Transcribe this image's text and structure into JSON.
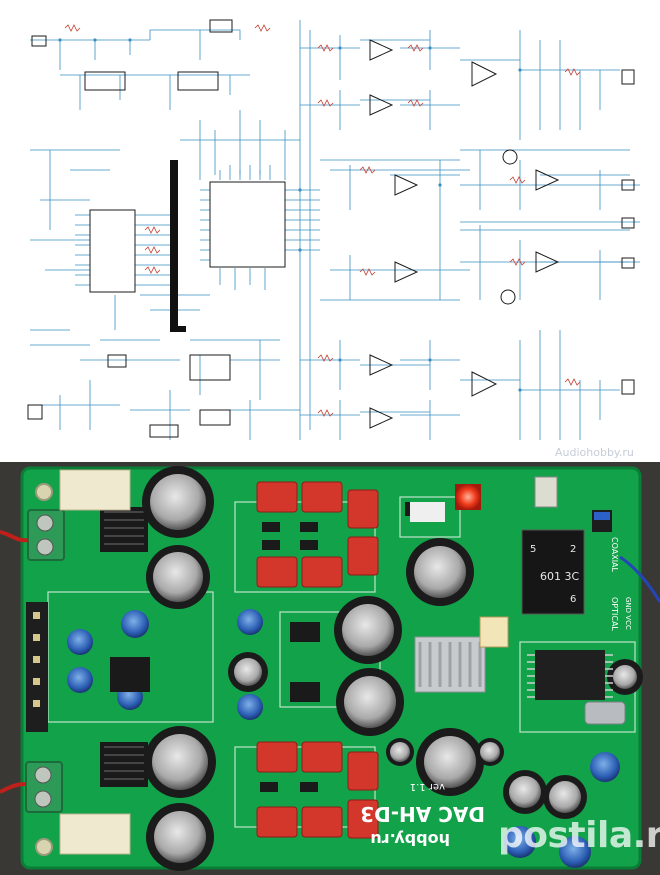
{
  "schematic": {
    "watermark": "Audiohobby.ru"
  },
  "photo": {
    "pcb_label_model": "DAC AH-D3",
    "pcb_label_site": "hobby.ru",
    "pcb_label_version": "ver 1.1",
    "transformer_mark": "601 3C",
    "transformer_pins": [
      "5",
      "2",
      "6"
    ],
    "input_labels": [
      "COAXIAL",
      "OPTICAL",
      "GND VCC"
    ],
    "watermark": "postila.ru"
  }
}
